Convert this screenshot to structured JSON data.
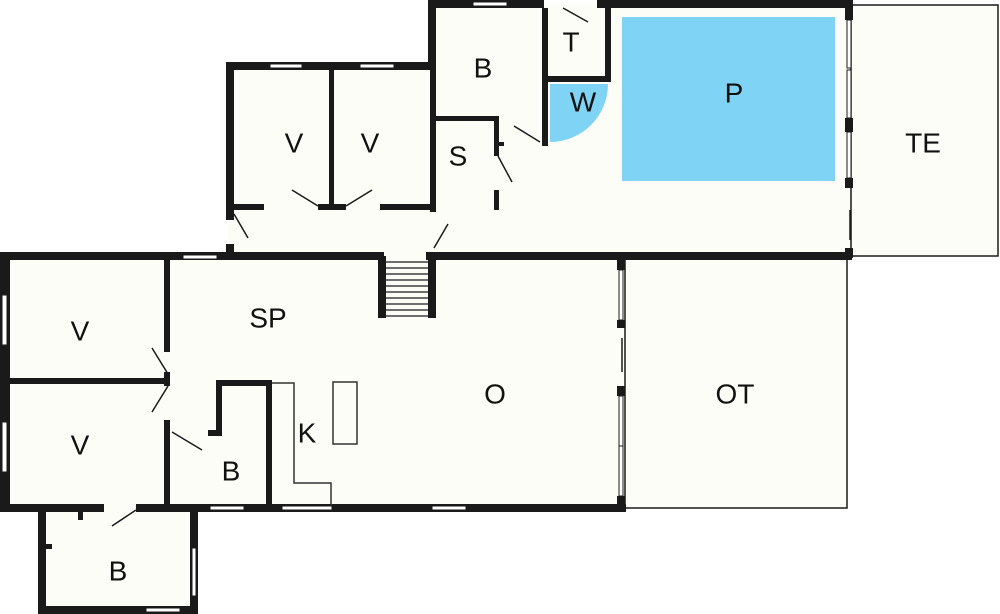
{
  "diagram": {
    "type": "floor-plan",
    "colors": {
      "wall": "#1a1a1a",
      "floor": "#fdfdf8",
      "pool": "#7fd3f5",
      "background": "#ffffff"
    },
    "rooms": [
      {
        "id": "bedroom-upper-left",
        "label": "V"
      },
      {
        "id": "bedroom-upper-right",
        "label": "V"
      },
      {
        "id": "bathroom-top",
        "label": "B"
      },
      {
        "id": "toilet",
        "label": "T"
      },
      {
        "id": "whirlpool",
        "label": "W"
      },
      {
        "id": "pool",
        "label": "P"
      },
      {
        "id": "sauna",
        "label": "S"
      },
      {
        "id": "terrace",
        "label": "TE"
      },
      {
        "id": "dining",
        "label": "SP"
      },
      {
        "id": "bedroom-left-top",
        "label": "V"
      },
      {
        "id": "bedroom-left-bottom",
        "label": "V"
      },
      {
        "id": "bathroom-middle",
        "label": "B"
      },
      {
        "id": "kitchen",
        "label": "K"
      },
      {
        "id": "living",
        "label": "O"
      },
      {
        "id": "covered-terrace",
        "label": "OT"
      },
      {
        "id": "bathroom-bottom",
        "label": "B"
      }
    ]
  }
}
